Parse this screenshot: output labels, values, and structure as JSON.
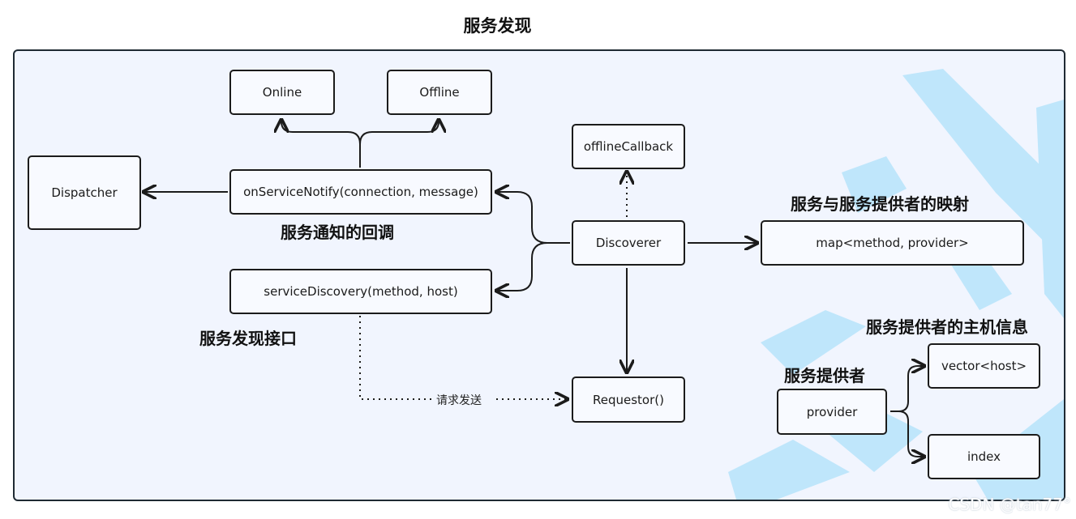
{
  "title": "服务发现",
  "nodes": {
    "online": "Online",
    "offline": "Offline",
    "dispatcher": "Dispatcher",
    "on_service_notify": "onServiceNotify(connection, message)",
    "service_discovery": "serviceDiscovery(method, host)",
    "offline_callback": "offlineCallback",
    "discoverer": "Discoverer",
    "map": "map<method, provider>",
    "requestor": "Requestor()",
    "provider": "provider",
    "vector_host": "vector<host>",
    "index": "index"
  },
  "labels": {
    "notify_callback": "服务通知的回调",
    "discovery_interface": "服务发现接口",
    "mapping": "服务与服务提供者的映射",
    "provider_host_info": "服务提供者的主机信息",
    "provider": "服务提供者",
    "send_request": "请求发送"
  },
  "watermark": "CSDN @tan77°",
  "colors": {
    "frame_bg": "#f1f5fe",
    "stroke": "#1b1b1b",
    "decor_blue": "#bfe6fb"
  }
}
